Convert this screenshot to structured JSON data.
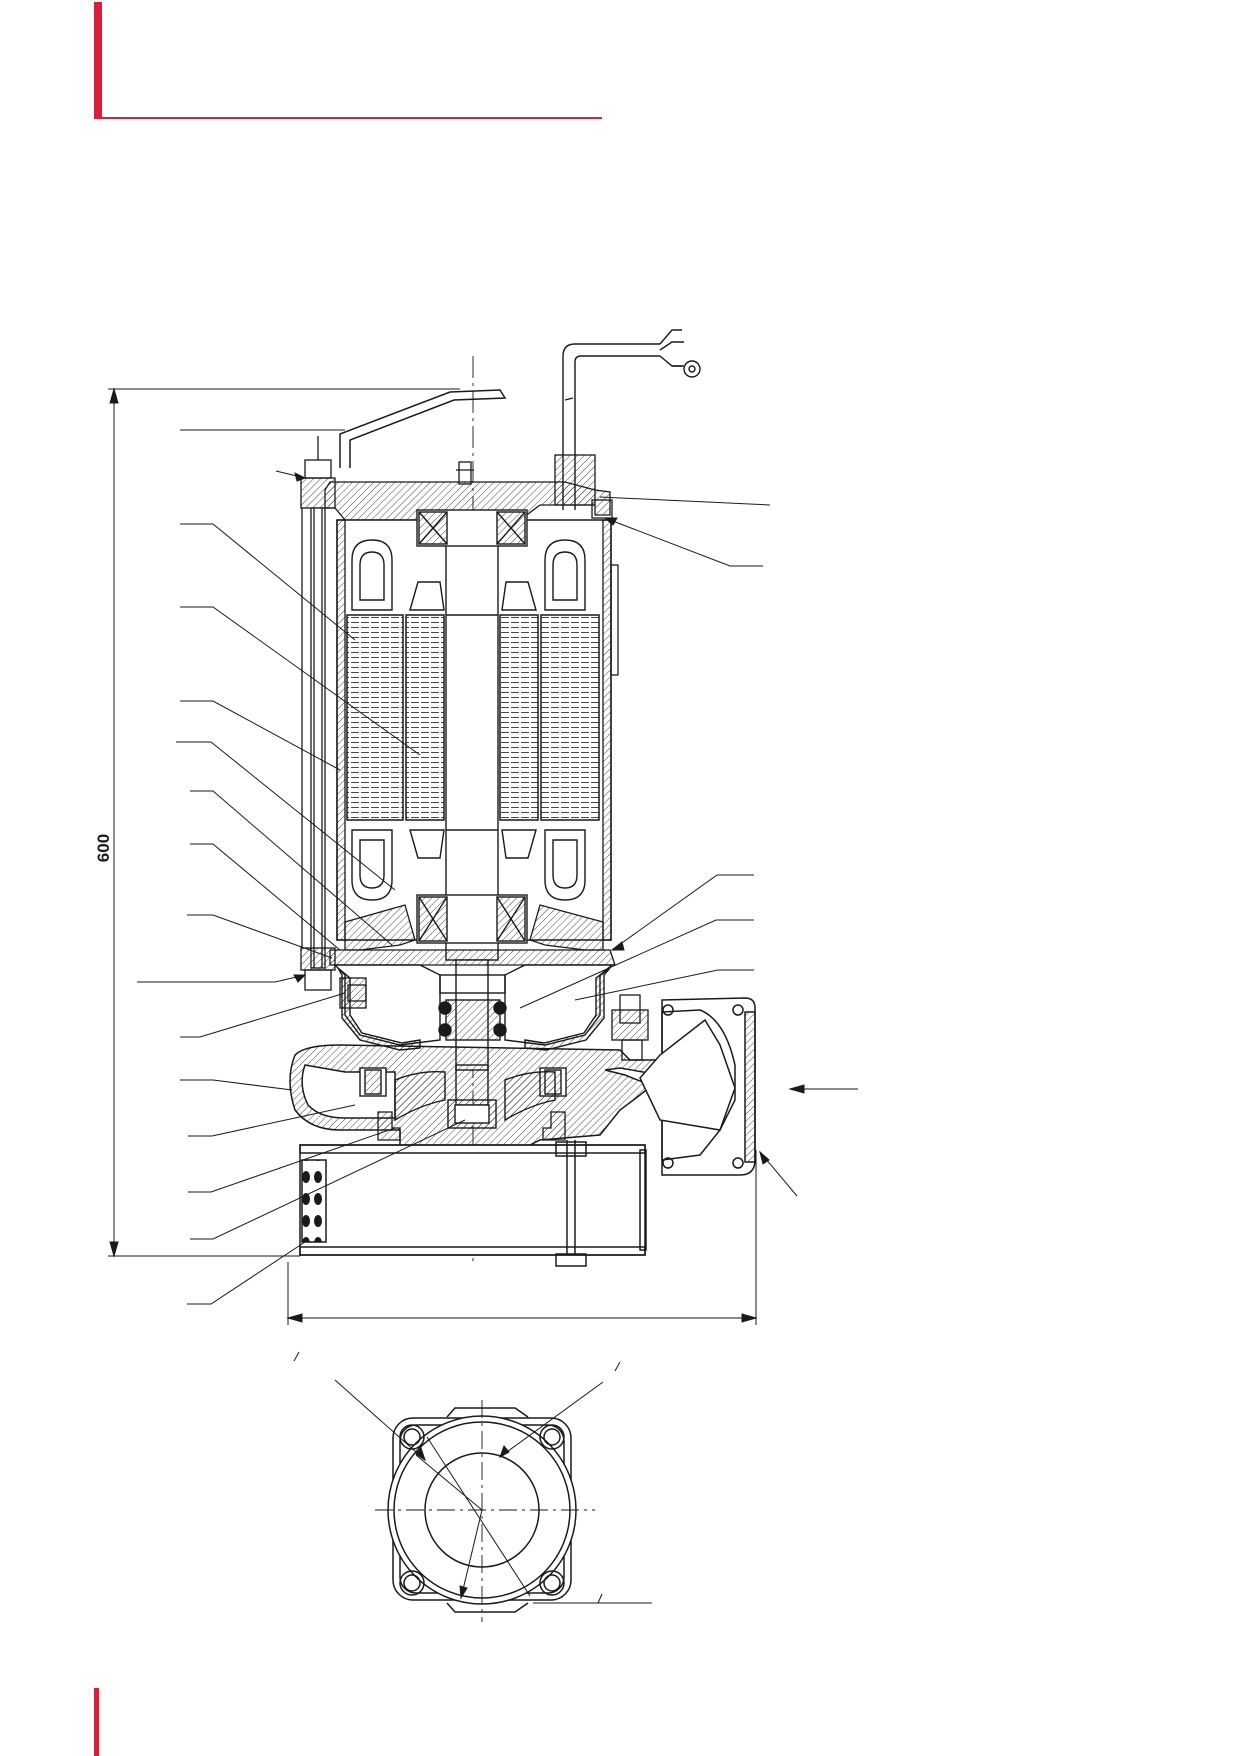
{
  "brand": {
    "accent_color": "#d6213a",
    "line_color": "#1a1a1a"
  },
  "drawing": {
    "height_dimension": "600",
    "callouts_left_count": 15,
    "callouts_right_count": 7,
    "views": [
      "section-view",
      "top-view"
    ]
  }
}
